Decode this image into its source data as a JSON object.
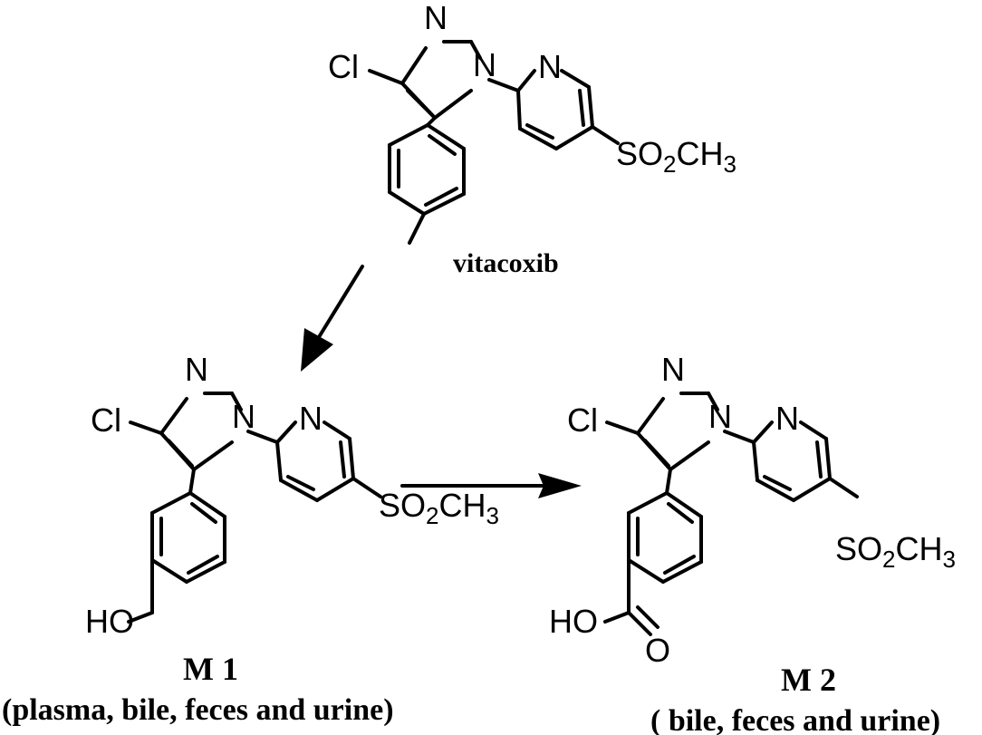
{
  "compounds": [
    {
      "id": "vitacoxib",
      "name": "vitacoxib",
      "label": "",
      "caption": "",
      "atoms": {
        "n_imidazole": "N",
        "n_imidazole_2": "N",
        "n_pyridine": "N",
        "chloro": "Cl",
        "sulfonyl": "SO",
        "sulfonyl_sub": "2",
        "methyl": "CH",
        "methyl_sub": "3"
      }
    },
    {
      "id": "m1",
      "name": "",
      "label": "M 1",
      "caption": "(plasma, bile, feces and urine)",
      "atoms": {
        "n_imidazole": "N",
        "n_imidazole_2": "N",
        "n_pyridine": "N",
        "chloro": "Cl",
        "sulfonyl": "SO",
        "sulfonyl_sub": "2",
        "methyl": "CH",
        "methyl_sub": "3",
        "hydroxyl": "HO"
      }
    },
    {
      "id": "m2",
      "name": "",
      "label": "M 2",
      "caption": "( bile, feces and urine)",
      "atoms": {
        "n_imidazole": "N",
        "n_imidazole_2": "N",
        "n_pyridine": "N",
        "chloro": "Cl",
        "sulfonyl": "SO",
        "sulfonyl_sub": "2",
        "methyl": "CH",
        "methyl_sub": "3",
        "hydroxyl": "HO",
        "carbonyl_o": "O"
      }
    }
  ],
  "arrows": [
    {
      "from": "vitacoxib",
      "to": "m1"
    },
    {
      "from": "m1",
      "to": "m2"
    }
  ]
}
